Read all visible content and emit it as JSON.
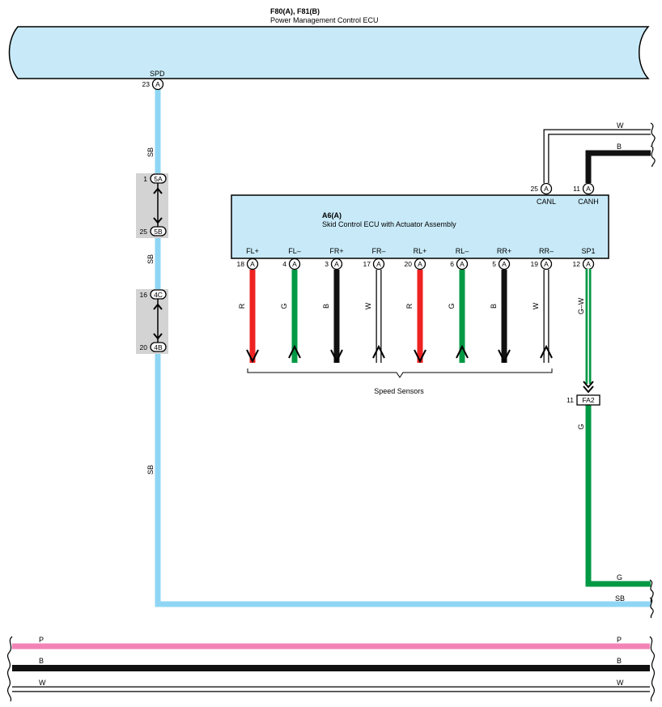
{
  "colors": {
    "SB": "#8fd6f4",
    "R": "#ee2222",
    "G": "#009944",
    "B": "#111111",
    "W": "#ffffff",
    "P": "#f283b6",
    "ecu_fill": "#c8eaf8",
    "connector_fill": "#d3d3d3"
  },
  "ecu_top": {
    "codes": "F80(A), F81(B)",
    "name": "Power Management Control ECU",
    "terminal": {
      "name": "SPD",
      "pin": "23",
      "conn": "A"
    }
  },
  "ecu_skid": {
    "code": "A6(A)",
    "name": "Skid Control ECU with Actuator Assembly",
    "can_terminals": [
      {
        "name": "CANL",
        "pin": "25",
        "conn": "A",
        "wire": "W"
      },
      {
        "name": "CANH",
        "pin": "11",
        "conn": "A",
        "wire": "B"
      }
    ],
    "sensor_terminals": [
      {
        "name": "FL+",
        "pin": "18",
        "conn": "A",
        "wire": "R"
      },
      {
        "name": "FL–",
        "pin": "4",
        "conn": "A",
        "wire": "G"
      },
      {
        "name": "FR+",
        "pin": "3",
        "conn": "A",
        "wire": "B"
      },
      {
        "name": "FR–",
        "pin": "17",
        "conn": "A",
        "wire": "W"
      },
      {
        "name": "RL+",
        "pin": "20",
        "conn": "A",
        "wire": "R"
      },
      {
        "name": "RL–",
        "pin": "6",
        "conn": "A",
        "wire": "G"
      },
      {
        "name": "RR+",
        "pin": "5",
        "conn": "A",
        "wire": "B"
      },
      {
        "name": "RR–",
        "pin": "19",
        "conn": "A",
        "wire": "W"
      },
      {
        "name": "SP1",
        "pin": "12",
        "conn": "A",
        "wire": "G–W"
      }
    ]
  },
  "speed_sensors_label": "Speed Sensors",
  "spd_wire": {
    "labels": [
      "SB",
      "SB",
      "SB",
      "SB"
    ],
    "junctions": [
      {
        "top_pin": "1",
        "top_conn": "5A",
        "bottom_pin": "25",
        "bottom_conn": "5B"
      },
      {
        "top_pin": "16",
        "top_conn": "4C",
        "bottom_pin": "20",
        "bottom_conn": "4B"
      }
    ]
  },
  "fa2_connector": {
    "pin": "11",
    "conn": "FA2",
    "wire_below": "G",
    "wire_right": "G"
  },
  "can_bus_labels": {
    "canl": "W",
    "canh": "B"
  },
  "bottom_lines": [
    {
      "label_left": "P",
      "label_right": "P",
      "wire": "P"
    },
    {
      "label_left": "B",
      "label_right": "B",
      "wire": "B"
    },
    {
      "label_left": "W",
      "label_right": "W",
      "wire": "W"
    }
  ]
}
